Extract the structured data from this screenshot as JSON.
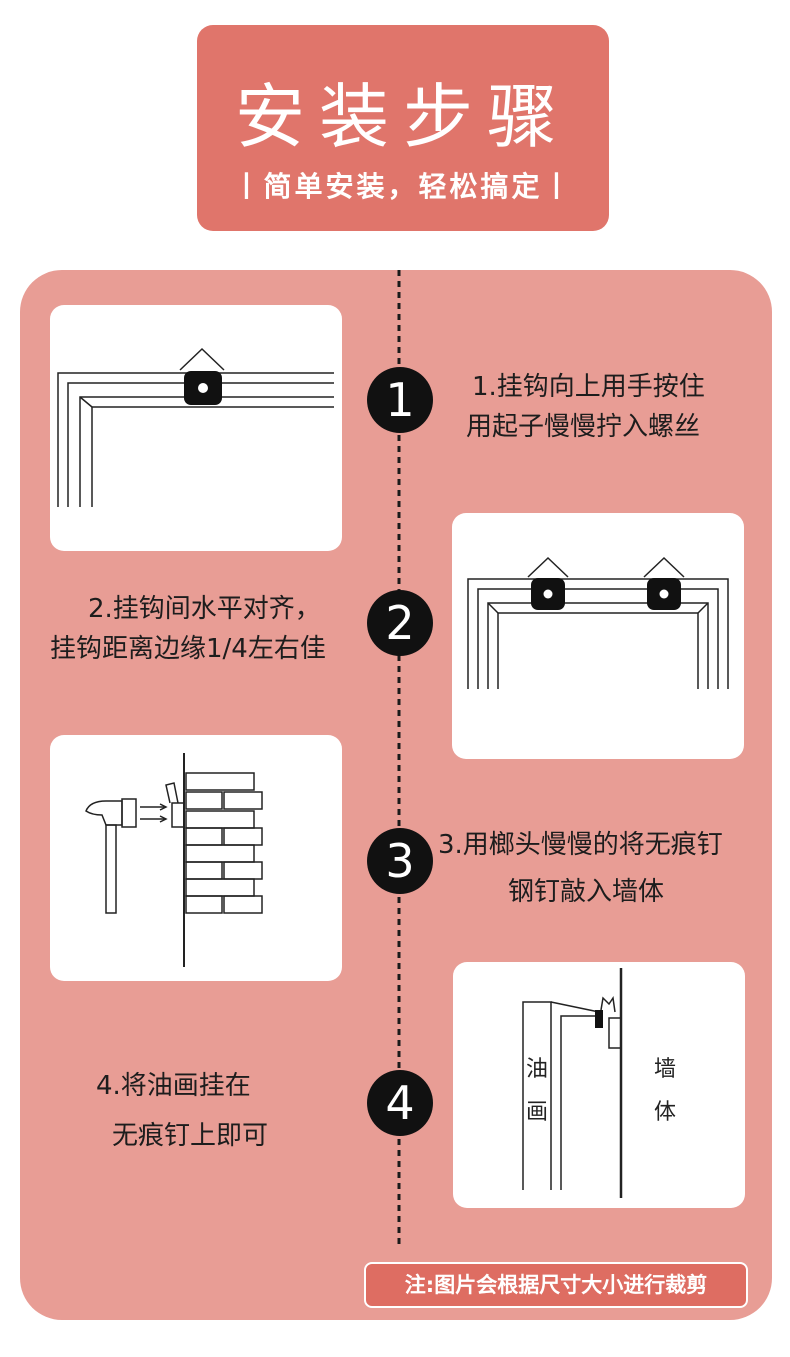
{
  "header": {
    "title": "安装步骤",
    "subtitle": "丨简单安装，轻松搞定丨"
  },
  "steps": [
    {
      "number": "1",
      "line1": "1.挂钩向上用手按住",
      "line2": "用起子慢慢拧入螺丝"
    },
    {
      "number": "2",
      "line1": "2.挂钩间水平对齐，",
      "line2": "挂钩距离边缘1/4左右佳"
    },
    {
      "number": "3",
      "line1": "3.用榔头慢慢的将无痕钉",
      "line2": "钢钉敲入墙体"
    },
    {
      "number": "4",
      "line1": "4.将油画挂在",
      "line2": "无痕钉上即可"
    }
  ],
  "diagram4": {
    "painting": [
      "油",
      "画"
    ],
    "wall": [
      "墙",
      "体"
    ]
  },
  "note": "注:图片会根据尺寸大小进行裁剪",
  "colors": {
    "accent": "#e0756b",
    "panel": "#e89d95",
    "note": "#de6d62"
  }
}
